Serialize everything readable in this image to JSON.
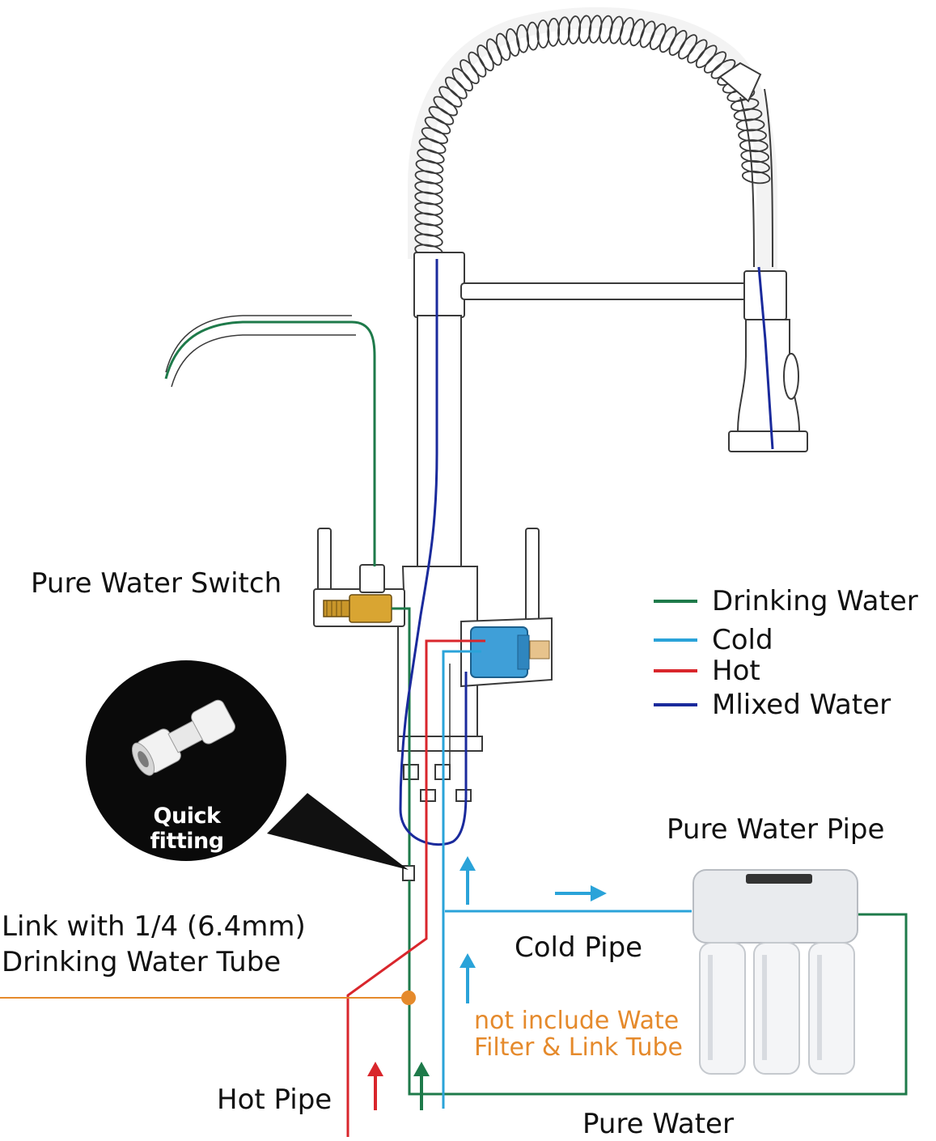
{
  "labels": {
    "pure_water_switch": "Pure Water Switch",
    "quick_fitting": "Quick fitting",
    "link_line1": "Link with 1/4 (6.4mm)",
    "link_line2": "Drinking Water Tube",
    "pure_water_pipe": "Pure Water Pipe",
    "cold_pipe": "Cold Pipe",
    "note_line1": "not include Wate",
    "note_line2": "Filter & Link Tube",
    "hot_pipe": "Hot Pipe",
    "pure_water": "Pure Water"
  },
  "legend": [
    {
      "label": "Drinking Water",
      "color": "#1e7a4a"
    },
    {
      "label": "Cold",
      "color": "#2aa3d9"
    },
    {
      "label": "Hot",
      "color": "#d9262c"
    },
    {
      "label": "Mlixed Water",
      "color": "#1a2a9c"
    }
  ],
  "colors": {
    "drinking": "#1e7a4a",
    "cold": "#2aa3d9",
    "hot": "#d9262c",
    "mixed": "#1a2a9c",
    "leader": "#e58a2c",
    "outline": "#3a3a3a"
  }
}
